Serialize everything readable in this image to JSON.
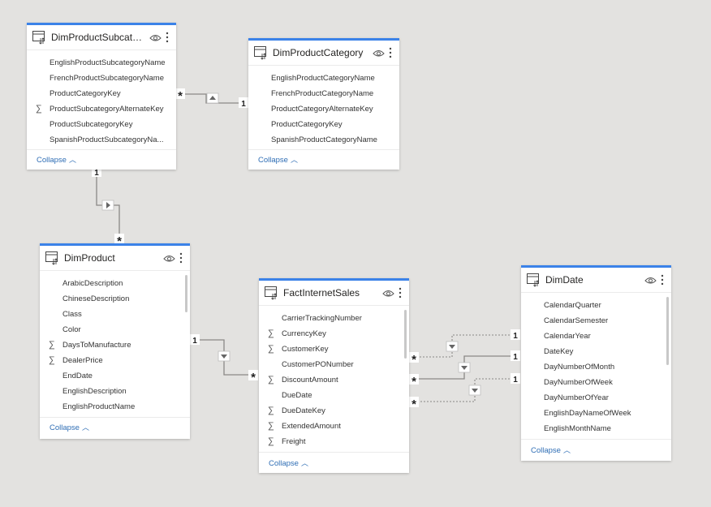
{
  "tables": {
    "dim_product_subcategory": {
      "title": "DimProductSubcateg...",
      "fields": [
        {
          "name": "EnglishProductSubcategoryName",
          "sum": false
        },
        {
          "name": "FrenchProductSubcategoryName",
          "sum": false
        },
        {
          "name": "ProductCategoryKey",
          "sum": false
        },
        {
          "name": "ProductSubcategoryAlternateKey",
          "sum": true
        },
        {
          "name": "ProductSubcategoryKey",
          "sum": false
        },
        {
          "name": "SpanishProductSubcategoryNa...",
          "sum": false
        }
      ],
      "collapse_label": "Collapse"
    },
    "dim_product_category": {
      "title": "DimProductCategory",
      "fields": [
        {
          "name": "EnglishProductCategoryName",
          "sum": false
        },
        {
          "name": "FrenchProductCategoryName",
          "sum": false
        },
        {
          "name": "ProductCategoryAlternateKey",
          "sum": false
        },
        {
          "name": "ProductCategoryKey",
          "sum": false
        },
        {
          "name": "SpanishProductCategoryName",
          "sum": false
        }
      ],
      "collapse_label": "Collapse"
    },
    "dim_product": {
      "title": "DimProduct",
      "fields": [
        {
          "name": "ArabicDescription",
          "sum": false
        },
        {
          "name": "ChineseDescription",
          "sum": false
        },
        {
          "name": "Class",
          "sum": false
        },
        {
          "name": "Color",
          "sum": false
        },
        {
          "name": "DaysToManufacture",
          "sum": true
        },
        {
          "name": "DealerPrice",
          "sum": true
        },
        {
          "name": "EndDate",
          "sum": false
        },
        {
          "name": "EnglishDescription",
          "sum": false
        },
        {
          "name": "EnglishProductName",
          "sum": false
        }
      ],
      "collapse_label": "Collapse"
    },
    "fact_internet_sales": {
      "title": "FactInternetSales",
      "fields": [
        {
          "name": "CarrierTrackingNumber",
          "sum": false
        },
        {
          "name": "CurrencyKey",
          "sum": true
        },
        {
          "name": "CustomerKey",
          "sum": true
        },
        {
          "name": "CustomerPONumber",
          "sum": false
        },
        {
          "name": "DiscountAmount",
          "sum": true
        },
        {
          "name": "DueDate",
          "sum": false
        },
        {
          "name": "DueDateKey",
          "sum": true
        },
        {
          "name": "ExtendedAmount",
          "sum": true
        },
        {
          "name": "Freight",
          "sum": true
        }
      ],
      "collapse_label": "Collapse"
    },
    "dim_date": {
      "title": "DimDate",
      "fields": [
        {
          "name": "CalendarQuarter",
          "sum": false
        },
        {
          "name": "CalendarSemester",
          "sum": false
        },
        {
          "name": "CalendarYear",
          "sum": false
        },
        {
          "name": "DateKey",
          "sum": false
        },
        {
          "name": "DayNumberOfMonth",
          "sum": false
        },
        {
          "name": "DayNumberOfWeek",
          "sum": false
        },
        {
          "name": "DayNumberOfYear",
          "sum": false
        },
        {
          "name": "EnglishDayNameOfWeek",
          "sum": false
        },
        {
          "name": "EnglishMonthName",
          "sum": false
        }
      ],
      "collapse_label": "Collapse"
    }
  },
  "relationships": [
    {
      "from": "dim_product_category",
      "to": "dim_product_subcategory",
      "from_label": "1",
      "to_label": "*",
      "filter_direction": "up",
      "active": true
    },
    {
      "from": "dim_product_subcategory",
      "to": "dim_product",
      "from_label": "1",
      "to_label": "*",
      "filter_direction": "right",
      "active": true
    },
    {
      "from": "dim_product",
      "to": "fact_internet_sales",
      "from_label": "1",
      "to_label": "*",
      "filter_direction": "down",
      "active": true
    },
    {
      "from": "dim_date",
      "to": "fact_internet_sales",
      "from_label": "1",
      "to_label": "*",
      "filter_direction": "down",
      "active": false
    },
    {
      "from": "dim_date",
      "to": "fact_internet_sales",
      "from_label": "1",
      "to_label": "*",
      "filter_direction": "down",
      "active": true
    },
    {
      "from": "dim_date",
      "to": "fact_internet_sales",
      "from_label": "1",
      "to_label": "*",
      "filter_direction": "down",
      "active": false
    }
  ],
  "colors": {
    "canvas": "#e3e2e0",
    "card_accent": "#3b82e8",
    "relationship_line": "#8a8886",
    "collapse_link": "#2f6eb5"
  },
  "icons": {
    "table": "table-icon",
    "visibility": "eye-icon",
    "more": "more-options-icon",
    "sum": "sigma-icon",
    "collapse": "chevron-up-icon"
  }
}
